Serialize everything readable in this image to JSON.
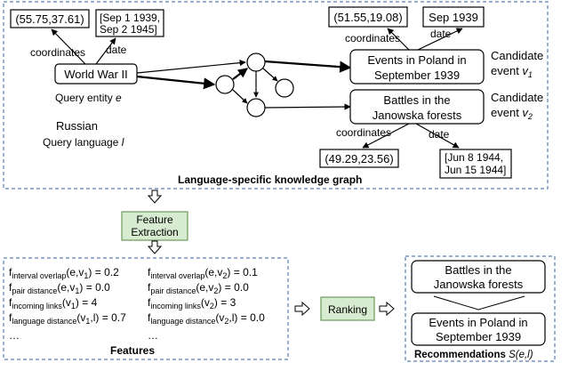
{
  "kg": {
    "title": "Language-specific knowledge graph",
    "query_entity": {
      "name": "World War II",
      "label": "Query entity ",
      "symbol": "e",
      "coordinates_label": "coordinates",
      "coordinates_value": "(55.75,37.61)",
      "date_label": "date",
      "date_line1": "[Sep 1 1939,",
      "date_line2": "Sep 2 1945]"
    },
    "query_language": {
      "value": "Russian",
      "label": "Query language ",
      "symbol": "l"
    },
    "candidate1": {
      "line1": "Events in Poland in",
      "line2": "September 1939",
      "label_line1": "Candidate",
      "label_line2": "event ",
      "symbol": "v",
      "subscript": "1",
      "coordinates_label": "coordinates",
      "coordinates_value": "(51.55,19.08)",
      "date_label": "date",
      "date_value": "Sep 1939"
    },
    "candidate2": {
      "line1": "Battles in the",
      "line2": "Janowska forests",
      "label_line1": "Candidate",
      "label_line2": "event ",
      "symbol": "v",
      "subscript": "2",
      "coordinates_label": "coordinates",
      "coordinates_value": "(49.29,23.56)",
      "date_label": "date",
      "date_line1": "[Jun 8 1944,",
      "date_line2": "Jun 15 1944]"
    }
  },
  "feature_extraction": {
    "line1": "Feature",
    "line2": "Extraction"
  },
  "features": {
    "title": "Features",
    "v1": [
      {
        "sub": "interval overlap",
        "args": "(e,v",
        "idx": "1",
        "tail": ") = 0.2"
      },
      {
        "sub": "pair distance",
        "args": "(e,v",
        "idx": "1",
        "tail": ") = 0.0"
      },
      {
        "sub": "incoming links",
        "args": "(v",
        "idx": "1",
        "tail": ") = 4"
      },
      {
        "sub": "language distance",
        "args": "(v",
        "idx": "1",
        "tail": ",l) = 0.7"
      }
    ],
    "v2": [
      {
        "sub": "interval overlap",
        "args": "(e,v",
        "idx": "2",
        "tail": ") = 0.1"
      },
      {
        "sub": "pair distance",
        "args": "(e,v",
        "idx": "2",
        "tail": ") = 0.0"
      },
      {
        "sub": "incoming links",
        "args": "(v",
        "idx": "2",
        "tail": ") = 3"
      },
      {
        "sub": "language distance",
        "args": "(v",
        "idx": "2",
        "tail": ",l) = 0.0"
      }
    ],
    "f_letter": "f",
    "ellipsis": "…"
  },
  "ranking": {
    "label": "Ranking"
  },
  "recommendations": {
    "title": "Recommendations ",
    "title_math": "S(e,l)",
    "item1_line1": "Battles in the",
    "item1_line2": "Janowska forests",
    "item2_line1": "Events in Poland in",
    "item2_line2": "September 1939"
  },
  "colors": {
    "dashed_border": "#5b7fb4",
    "green_fill": "#d7ebd0",
    "green_border": "#6a9a5a"
  }
}
